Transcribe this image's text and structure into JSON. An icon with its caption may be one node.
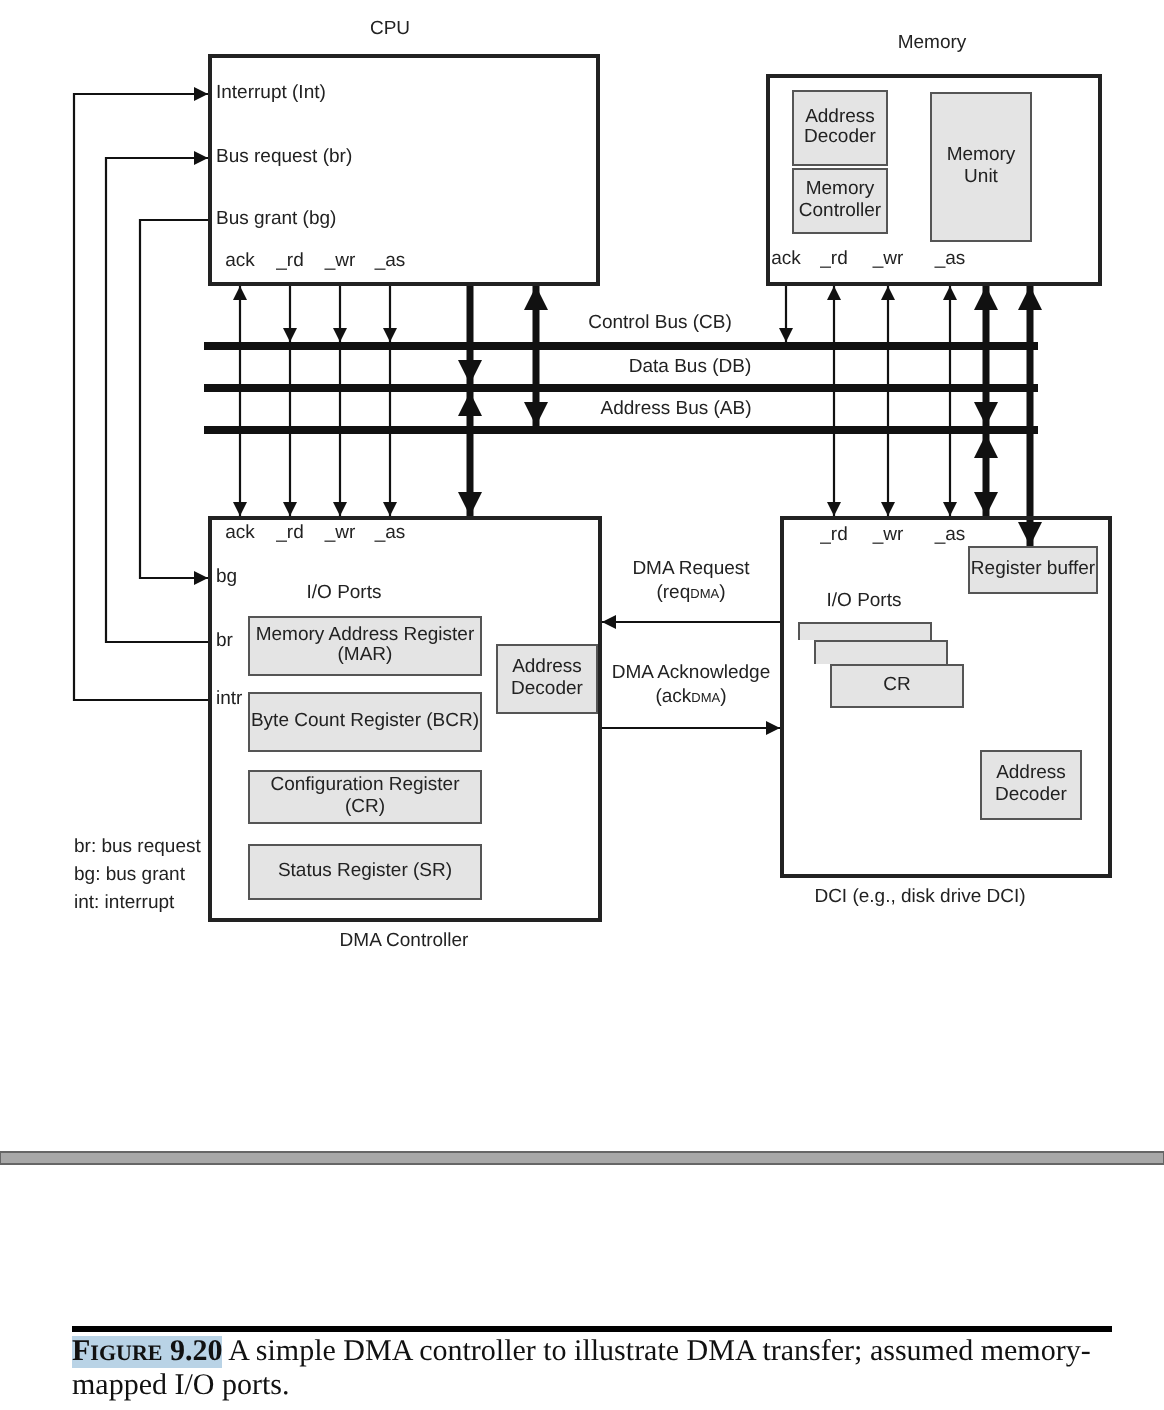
{
  "diagram": {
    "caption": "**Figure 9.20** A simple DMA controller to illustrate DMA transfer; assumed memory-mapped I/O ports.",
    "nodes": [
      {
        "text": [
          "CPU",
          "Interrupt (Int)",
          "Bus request (br)",
          "Bus grant (bg)",
          "ack",
          "_rd",
          "_wr",
          "_as"
        ]
      },
      {
        "text": [
          "Memory",
          "ack",
          "_rd",
          "_wr",
          "_as"
        ]
      },
      {
        "text": [
          "Address Decoder"
        ],
        "in": 1
      },
      {
        "text": [
          "Memory Controller"
        ],
        "in": 1
      },
      {
        "text": [
          "Memory Unit"
        ],
        "in": 1
      },
      {
        "text": [
          "Control Bus (CB)"
        ]
      },
      {
        "text": [
          "Data Bus (DB)"
        ]
      },
      {
        "text": [
          "Address Bus (AB)"
        ]
      },
      {
        "text": [
          "ack",
          "_rd",
          "_wr",
          "_as",
          "bg",
          "br",
          "intr",
          "I/O Ports",
          "DMA Controller"
        ]
      },
      {
        "text": [
          "Memory Address Register (MAR)"
        ],
        "in": 8
      },
      {
        "text": [
          "Byte Count Register (BCR)"
        ],
        "in": 8
      },
      {
        "text": [
          "Configuration Register (CR)"
        ],
        "in": 8
      },
      {
        "text": [
          "Status Register (SR)"
        ],
        "in": 8
      },
      {
        "text": [
          "Address Decoder"
        ],
        "in": 8
      },
      {
        "text": [
          "_rd",
          "_wr",
          "_as",
          "I/O Ports",
          "DCI (e.g., disk drive DCI)"
        ]
      },
      {
        "text": [
          "Register buffer"
        ],
        "in": 14
      },
      {
        "text": [],
        "shape": "box",
        "in": 14
      },
      {
        "text": [],
        "shape": "box",
        "in": 14
      },
      {
        "text": [
          "CR"
        ],
        "in": 14
      },
      {
        "text": [
          "Address Decoder"
        ],
        "in": 14
      }
    ],
    "edges": [
      {
        "from": 5,
        "to": 0,
        "arrow": "to"
      },
      {
        "from": 0,
        "to": 5,
        "arrow": "to"
      },
      {
        "from": 0,
        "to": 5,
        "arrow": "to"
      },
      {
        "from": 0,
        "to": 5,
        "arrow": "to"
      },
      {
        "from": 5,
        "to": 8,
        "arrow": "to"
      },
      {
        "from": 5,
        "to": 8,
        "arrow": "to"
      },
      {
        "from": 5,
        "to": 8,
        "arrow": "to"
      },
      {
        "from": 5,
        "to": 8,
        "arrow": "to"
      },
      {
        "from": 0,
        "to": 6,
        "arrow": "to",
        "style": "thick"
      },
      {
        "from": 6,
        "to": 8,
        "arrow": "both",
        "style": "thick"
      },
      {
        "from": 0,
        "to": 7,
        "arrow": "both",
        "style": "thick"
      },
      {
        "from": 1,
        "to": 5,
        "arrow": "to"
      },
      {
        "from": 5,
        "to": 1,
        "arrow": "to"
      },
      {
        "from": 5,
        "to": 1,
        "arrow": "to"
      },
      {
        "from": 5,
        "to": 1,
        "arrow": "to"
      },
      {
        "from": 5,
        "to": 14,
        "arrow": "to"
      },
      {
        "from": 5,
        "to": 14,
        "arrow": "to"
      },
      {
        "from": 5,
        "to": 14,
        "arrow": "to"
      },
      {
        "from": 1,
        "to": 7,
        "arrow": "both",
        "style": "thick"
      },
      {
        "from": 7,
        "to": 14,
        "arrow": "both",
        "style": "thick"
      },
      {
        "from": 6,
        "to": 1,
        "arrow": "to",
        "style": "thick"
      },
      {
        "from": 6,
        "to": 15,
        "arrow": "to",
        "style": "thick"
      },
      {
        "from": 0,
        "to": 8,
        "arrow": "to"
      },
      {
        "from": 8,
        "to": 0,
        "arrow": "to"
      },
      {
        "from": 8,
        "to": 0,
        "arrow": "to"
      },
      {
        "from": 14,
        "to": 8,
        "arrow": "to",
        "label": "DMA Request (req$_{DMA}$)"
      },
      {
        "from": 8,
        "to": 14,
        "arrow": "to",
        "label": "DMA Acknowledge (ack$_{DMA}$)"
      }
    ],
    "labels": [
      "br: bus request",
      "bg: bus grant",
      "int: interrupt"
    ]
  }
}
